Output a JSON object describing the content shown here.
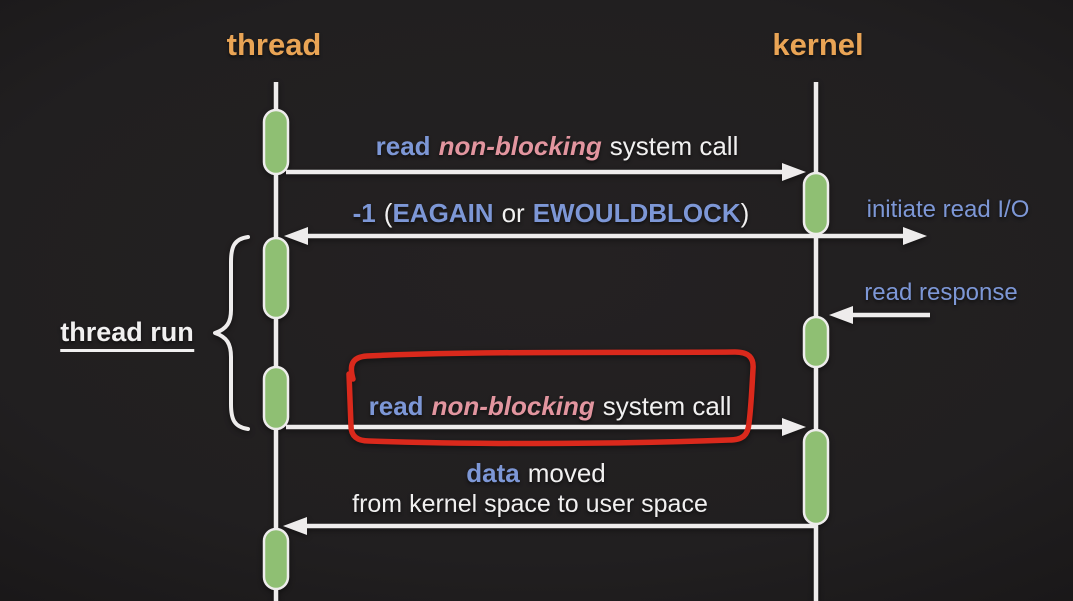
{
  "colors": {
    "background": "#211f20",
    "line": "#eeecec",
    "text": "#f1f0f0",
    "orange": "#e9a455",
    "blue": "#7d97d6",
    "pink": "#e2959f",
    "green": "#8fbf73",
    "red": "#da291c"
  },
  "actors": {
    "left": "thread",
    "right": "kernel"
  },
  "labels": {
    "syscall1": {
      "verb": "read",
      "qualifier": "non-blocking",
      "rest": "system call"
    },
    "return_value": {
      "value": "-1",
      "paren_open": "(",
      "err1": "EAGAIN",
      "conj": "or",
      "err2": "EWOULDBLOCK",
      "paren_close": ")"
    },
    "initiate_io": "initiate read I/O",
    "read_response": "read response",
    "thread_run": "thread run",
    "syscall2": {
      "verb": "read",
      "qualifier": "non-blocking",
      "rest": "system call"
    },
    "data_moved": {
      "emphasis": "data",
      "rest": "moved",
      "line2": "from kernel space to user space"
    }
  }
}
